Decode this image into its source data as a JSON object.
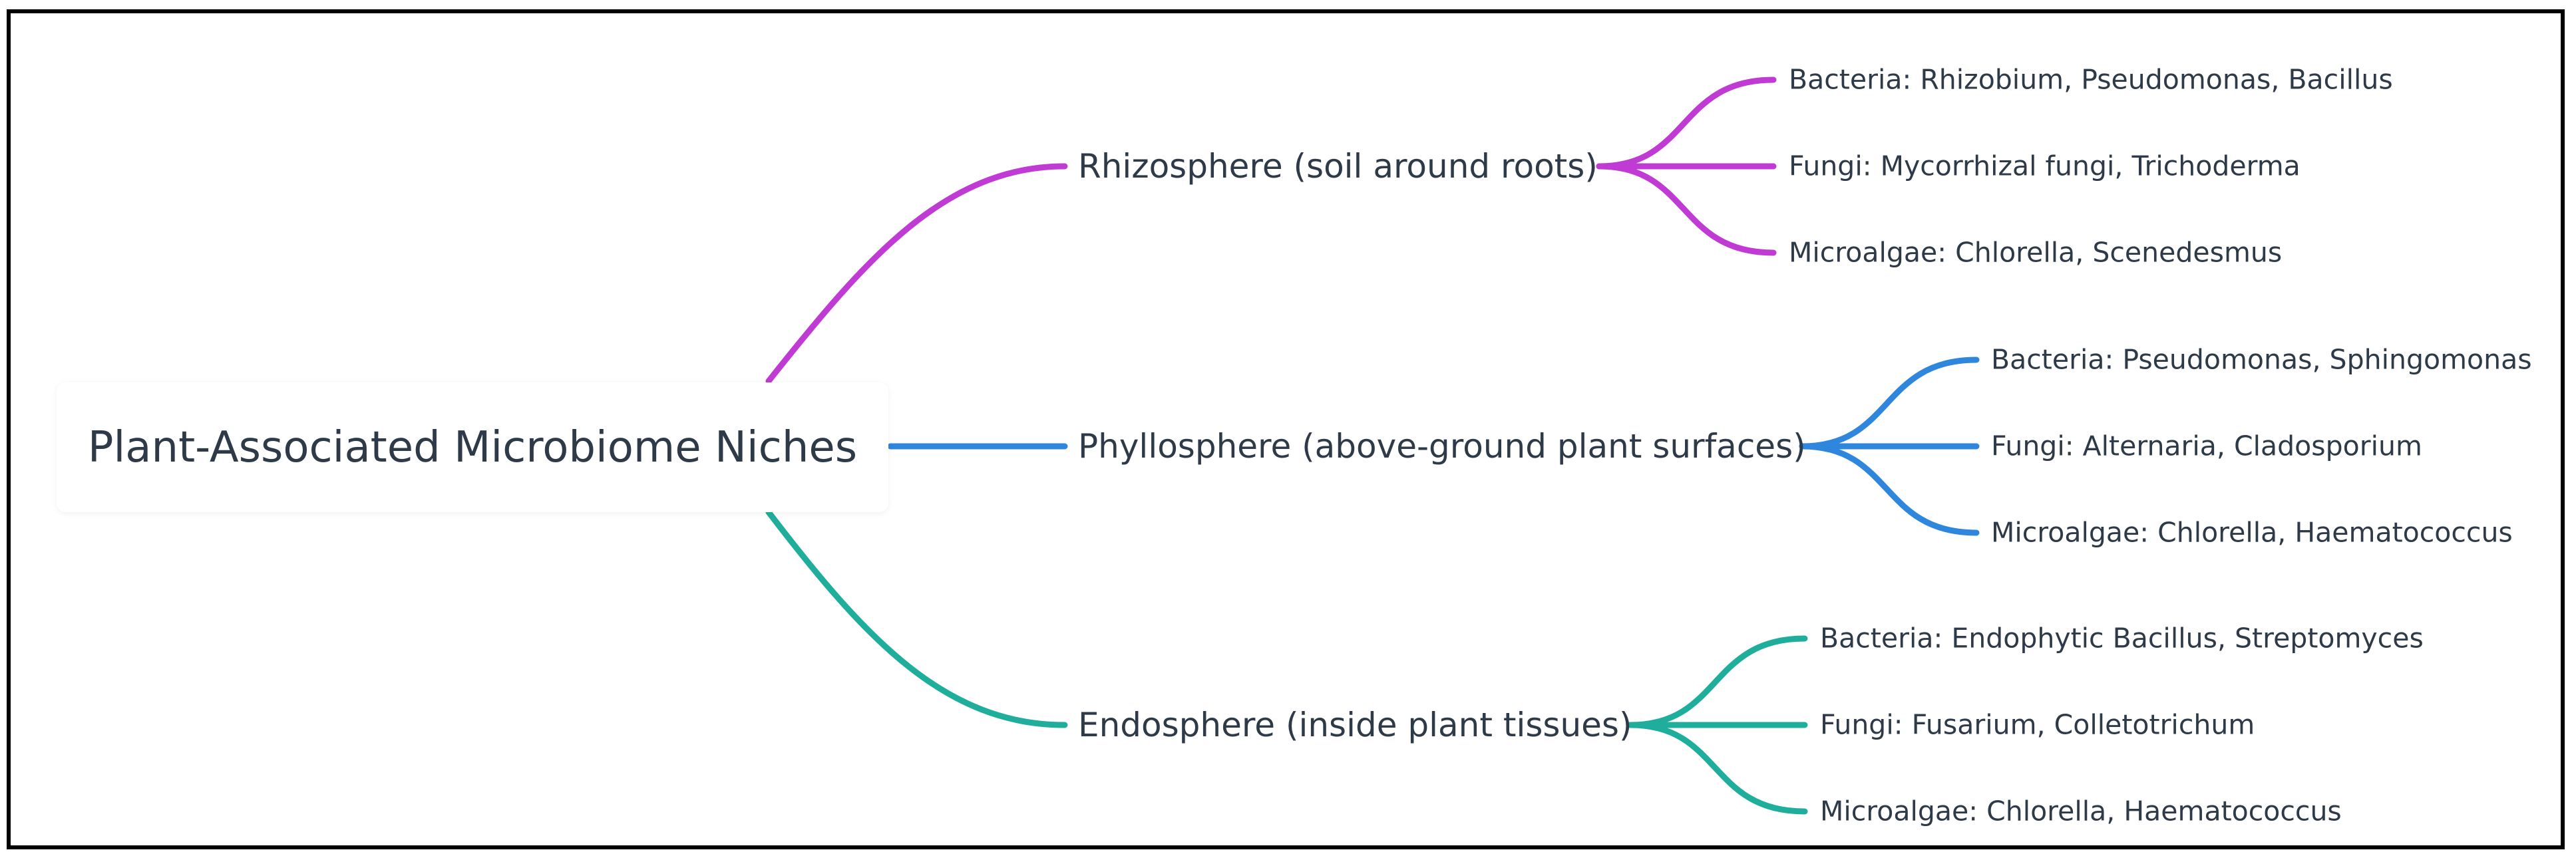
{
  "root": {
    "label": "Plant-Associated Microbiome Niches"
  },
  "branches": [
    {
      "label": "Rhizosphere (soil around roots)",
      "color": "#c03ad4",
      "children": [
        "Bacteria: Rhizobium, Pseudomonas, Bacillus",
        "Fungi: Mycorrhizal fungi, Trichoderma",
        "Microalgae: Chlorella, Scenedesmus"
      ]
    },
    {
      "label": "Phyllosphere (above-ground plant surfaces)",
      "color": "#2f86dd",
      "children": [
        "Bacteria: Pseudomonas, Sphingomonas",
        "Fungi: Alternaria, Cladosporium",
        "Microalgae: Chlorella, Haematococcus"
      ]
    },
    {
      "label": "Endosphere (inside plant tissues)",
      "color": "#1fae9b",
      "children": [
        "Bacteria: Endophytic Bacillus, Streptomyces",
        "Fungi: Fusarium, Colletotrichum",
        "Microalgae: Chlorella, Haematococcus"
      ]
    }
  ]
}
